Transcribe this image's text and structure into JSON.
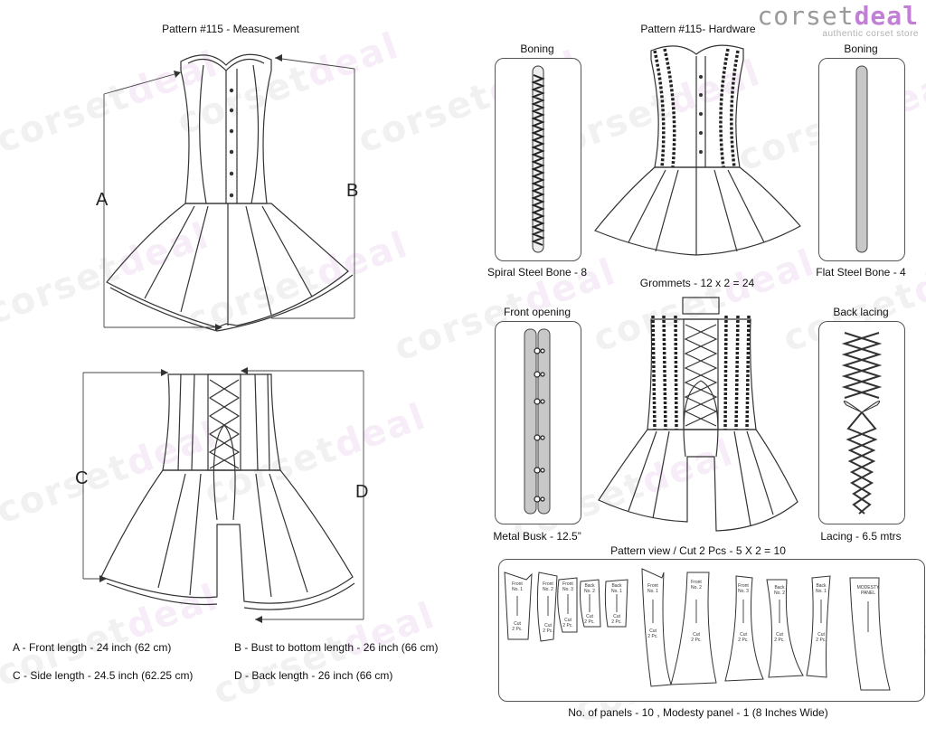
{
  "brand": {
    "name_prefix": "corset",
    "name_suffix": "deal",
    "tagline": "authentic corset store"
  },
  "measurement": {
    "title": "Pattern #115 -  Measurement",
    "labels": {
      "a": "A",
      "b": "B",
      "c": "C",
      "d": "D"
    },
    "legend": {
      "a": "A - Front length - 24 inch (62 cm)",
      "b": "B - Bust to bottom length - 26 inch (66 cm)",
      "c": "C - Side length - 24.5 inch (62.25 cm)",
      "d": "D - Back length - 26 inch (66 cm)"
    }
  },
  "hardware": {
    "title": "Pattern #115-  Hardware",
    "boning_left_title": "Boning",
    "boning_left_caption": "Spiral Steel Bone - 8",
    "boning_right_title": "Boning",
    "boning_right_caption": "Flat Steel Bone - 4",
    "grommets_caption": "Grommets - 12 x 2 = 24",
    "front_opening_title": "Front opening",
    "front_opening_caption": "Metal Busk - 12.5”",
    "back_lacing_title": "Back lacing",
    "back_lacing_caption": "Lacing - 6.5 mtrs"
  },
  "pattern_view": {
    "title": "Pattern view  /  Cut 2 Pcs - 5 X 2 = 10",
    "pieces": [
      {
        "name": "Front\nNo. 1",
        "cut": "Cut\n2 Pc."
      },
      {
        "name": "Front\nNo. 2",
        "cut": "Cut\n2 Pc."
      },
      {
        "name": "Front\nNo. 3",
        "cut": "Cut\n2 Pc."
      },
      {
        "name": "Back\nNo. 2",
        "cut": "Cut\n2 Pc."
      },
      {
        "name": "Back\nNo. 1",
        "cut": "Cut\n2 Pc."
      },
      {
        "name": "Front\nNo. 1",
        "cut": "Cut\n2 Pc."
      },
      {
        "name": "Front\nNo. 2",
        "cut": "Cut\n2 Pc."
      },
      {
        "name": "Front\nNo. 3",
        "cut": "Cut\n2 Pc."
      },
      {
        "name": "Back\nNo. 2",
        "cut": "Cut\n2 Pc."
      },
      {
        "name": "Back\nNo. 1",
        "cut": "Cut\n2 Pc."
      },
      {
        "name": "MODESTY\nPANEL",
        "cut": ""
      }
    ],
    "footer": "No. of panels - 10  , Modesty panel - 1 (8 Inches Wide)"
  }
}
